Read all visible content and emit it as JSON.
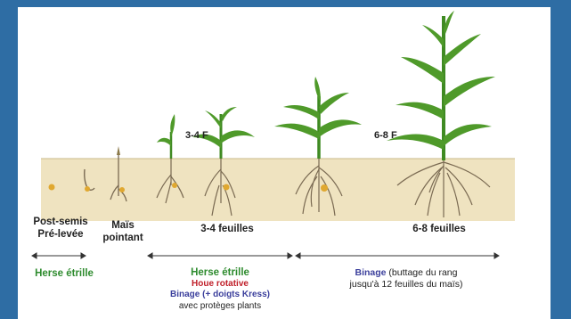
{
  "stage_labels": {
    "post_semis_1": "Post-semis",
    "post_semis_2": "Pré-levée",
    "mais_pointant_1": "Maïs",
    "mais_pointant_2": "pointant",
    "leaves_34": "3-4 feuilles",
    "leaves_68": "6-8 feuilles",
    "plant_34_tag": "3-4 F",
    "plant_68_tag": "6-8 F"
  },
  "tools": {
    "herse_etrille_left": "Herse étrille",
    "herse_etrille_mid": "Herse étrille",
    "houe_rotative": "Houe rotative",
    "binage_kress": "Binage (+ doigts Kress)",
    "proteges": "avec protèges plants",
    "binage_right_bold": "Binage",
    "binage_right_rest": " (buttage du rang",
    "binage_right_line2": "jusqu'à 12 feuilles du maïs)"
  },
  "colors": {
    "background": "#2e6da4",
    "soil": "#efe3c0",
    "leaf": "#4f9a2a",
    "root": "#7a6a52",
    "seed": "#e0a830",
    "green_text": "#2e8b2e",
    "red_text": "#c0202a",
    "blue_text": "#3b3f9c"
  }
}
